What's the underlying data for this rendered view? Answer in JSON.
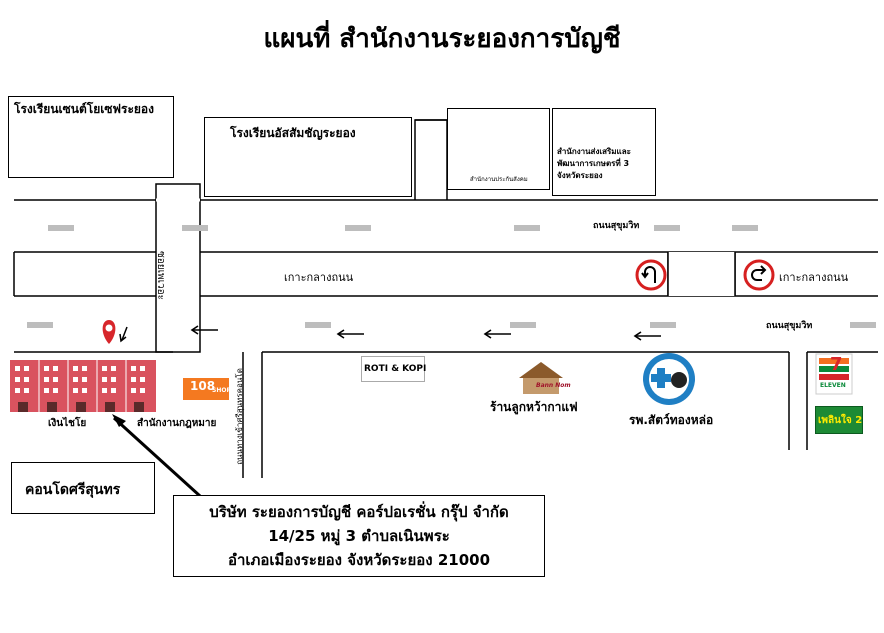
{
  "title": "แผนที่ สำนักงานระยองการบัญชี",
  "places": {
    "school1": "โรงเรียนเซนต์โยเซฟระยอง",
    "school2": "โรงเรียนอัสสัมชัญระยอง",
    "sso_caption": "สำนักงานประกันสังคม",
    "agri_office": [
      "สำนักงานส่งเสริมและ",
      "พัฒนาการเกษตรที่ 3",
      "จังหวัดระยอง"
    ],
    "sign_108": "108",
    "sign_108_sub": "SHOP",
    "roti": "ROTI & KOPI",
    "cafe_sign": "Bann Nom",
    "cafe": "ร้านลูกหว้ากาแฟ",
    "vet": "รพ.สัตว์ทองหล่อ",
    "seven": "ELEVEN",
    "seven_num": "7",
    "plernjai": "เพลินใจ 2",
    "ngern": "เงินไชโย",
    "law_office": "สำนักงานกฎหมาย",
    "condo": "คอนโดศรีสุนทร"
  },
  "roads": {
    "sukhumvit_top": "ถนนสุขุมวิท",
    "island_left": "เกาะกลางถนน",
    "island_right": "เกาะกลางถนน",
    "sukhumvit_bottom": "ถนนสุขุมวิท",
    "soi_vertical": "ซอยเพเวอะ",
    "road_vertical": "ถนนทางเข้าศรีสุนทรคอนโด"
  },
  "address": {
    "line1": "บริษัท ระยองการบัญชี คอร์ปอเรชั่น  กรุ๊ป จำกัด",
    "line2": "14/25 หมู่ 3 ตำบลเนินพระ",
    "line3": "อำเภอเมืองระยอง จังหวัดระยอง 21000"
  },
  "colors": {
    "building": "#d9535f",
    "pin": "#d7262b",
    "sso": "#2f7fc1",
    "seven_green": "#0a8a3a",
    "seven_orange": "#f36f21",
    "plernjai_bg": "#1d8a35",
    "plernjai_text": "#ffeb00",
    "sign_108": "#f47920"
  }
}
